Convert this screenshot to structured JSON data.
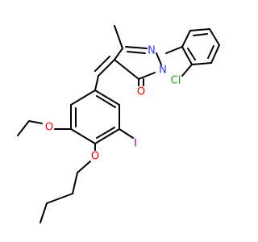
{
  "structure": {
    "atoms": {
      "ring_nitrogen": "N",
      "aryl_nitrogen": "N",
      "ketone_oxygen": "O",
      "chlorine": "Cl",
      "ethoxy_oxygen": "O",
      "butoxy_oxygen": "O",
      "iodine": "I"
    }
  },
  "colors": {
    "bond": "#000000",
    "nitrogen": "#3333ff",
    "oxygen": "#ff0000",
    "chlorine": "#1fa01f",
    "iodine": "#940094"
  }
}
